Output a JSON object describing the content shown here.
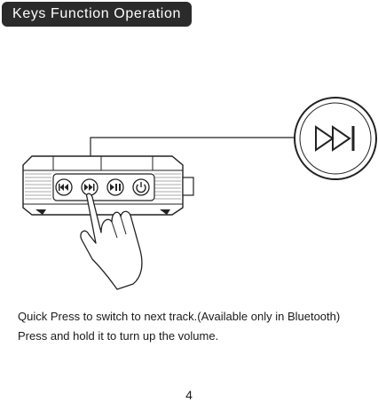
{
  "header": {
    "title": "Keys Function Operation"
  },
  "instructions": {
    "line1": "Quick Press to switch to next track.(Available only in Bluetooth)",
    "line2": "Press and hold it to turn up the volume."
  },
  "page": {
    "number": "4"
  },
  "icons": {
    "callout": "next-track-icon",
    "buttons": [
      "prev-track-icon",
      "next-track-icon",
      "play-pause-icon",
      "power-icon"
    ]
  }
}
